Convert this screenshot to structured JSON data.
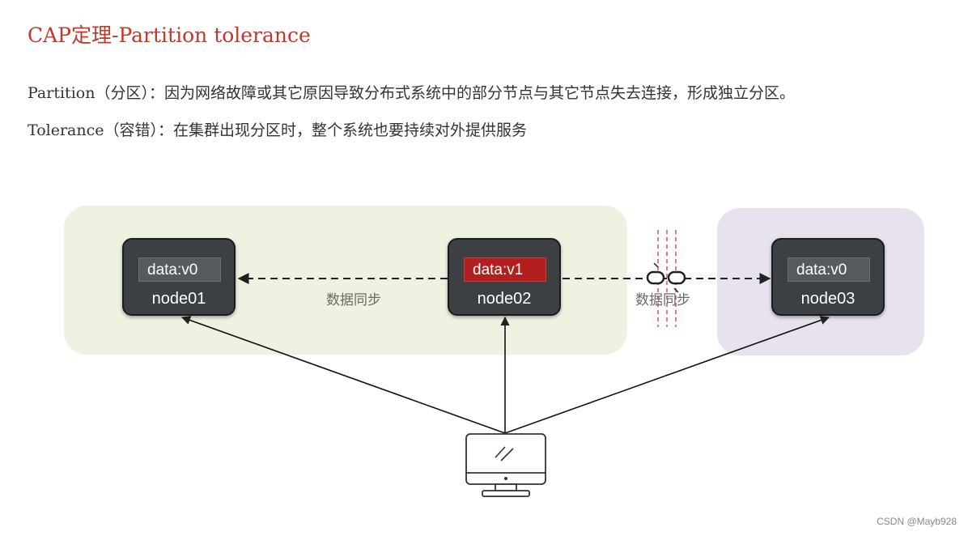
{
  "title": "CAP定理-Partition tolerance",
  "descriptions": {
    "partition": "Partition（分区）：因为网络故障或其它原因导致分布式系统中的部分节点与其它节点失去连接，形成独立分区。",
    "tolerance": "Tolerance（容错）：在集群出现分区时，整个系统也要持续对外提供服务"
  },
  "nodes": [
    {
      "name": "node01",
      "data": "data:v0",
      "highlighted": false
    },
    {
      "name": "node02",
      "data": "data:v1",
      "highlighted": true
    },
    {
      "name": "node03",
      "data": "data:v0",
      "highlighted": false
    }
  ],
  "sync_labels": [
    "数据同步",
    "数据同步"
  ],
  "client_icon": "computer-monitor-icon",
  "broken_link_icon": "broken-link-icon",
  "colors": {
    "title": "#c0392b",
    "left_partition": "#eef2e1",
    "right_partition": "#e8e2ef",
    "node_bg": "#3c4043",
    "highlight": "#b11f1f",
    "cut_line": "#d9534f"
  },
  "watermark": "CSDN @Mayb928"
}
